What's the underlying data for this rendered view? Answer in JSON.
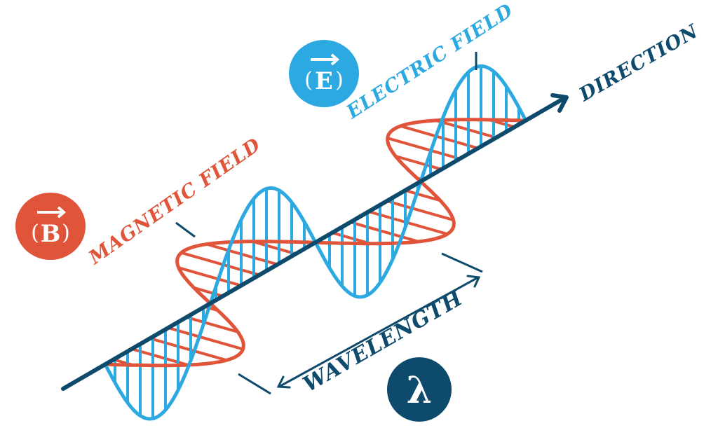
{
  "labels": {
    "electric_field": "ELECTRIC FIELD",
    "magnetic_field": "MAGNETIC FIELD",
    "direction": "DIRECTION",
    "wavelength": "WAVELENGTH"
  },
  "symbols": {
    "electric": "E",
    "magnetic": "B",
    "wavelength": "λ"
  },
  "colors": {
    "electric": "#2ca9e1",
    "magnetic": "#e0553a",
    "axis": "#0e4a6b"
  }
}
